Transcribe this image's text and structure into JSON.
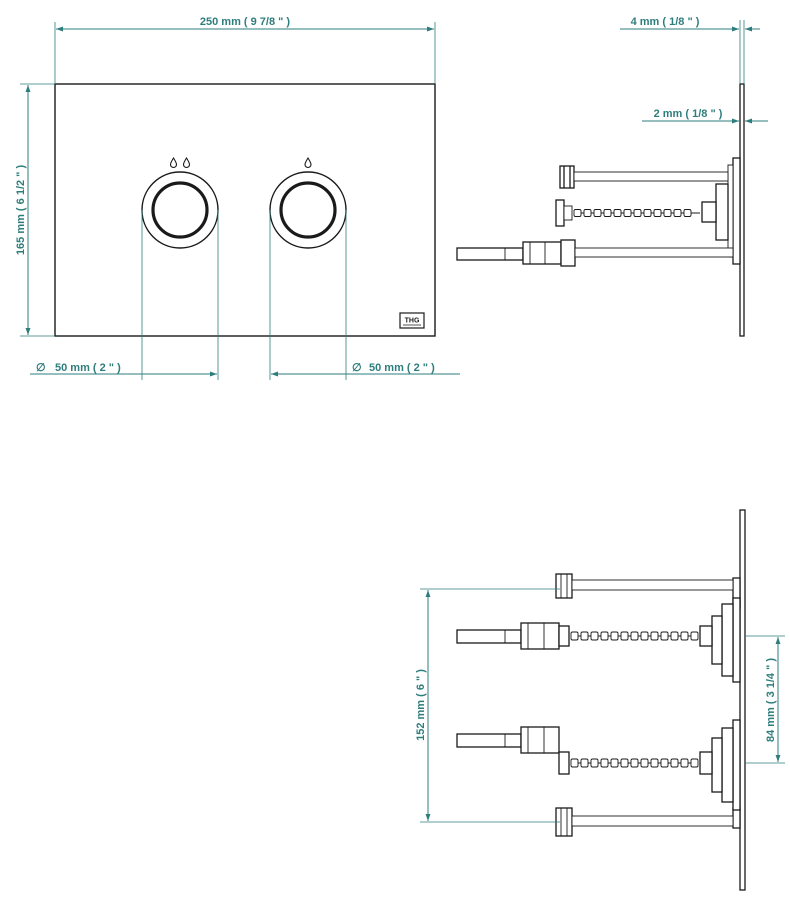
{
  "dimensions": {
    "width": "250 mm ( 9 7/8 \" )",
    "height": "165 mm ( 6 1/2 \" )",
    "button_left_diameter": "50 mm ( 2 \" )",
    "button_right_diameter": "50 mm ( 2 \" )",
    "diameter_symbol": "∅",
    "plate_thickness": "4 mm ( 1/8 \" )",
    "frame_thickness": "2 mm ( 1/8 \" )",
    "rod_spacing": "152 mm ( 6 \" )",
    "button_spacing": "84 mm ( 3 1/4 \" )"
  },
  "logo": {
    "text": "THG"
  },
  "colors": {
    "dimension": "#2e7d7d",
    "line": "#1a1a1a"
  }
}
